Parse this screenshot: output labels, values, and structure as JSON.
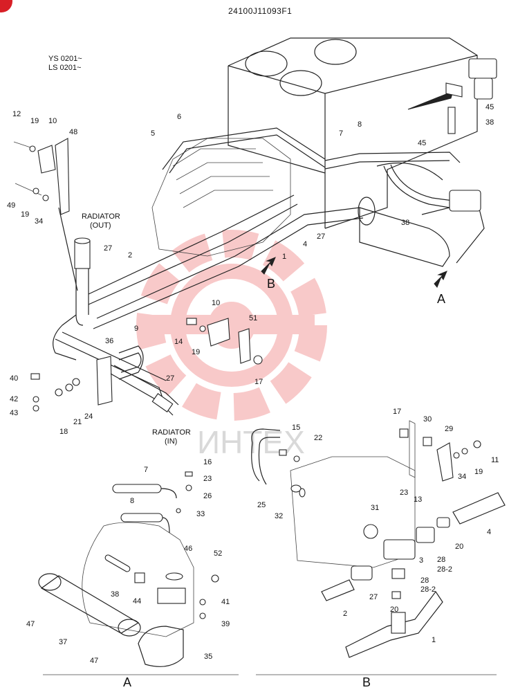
{
  "header": {
    "doc_code": "24100J11093F1"
  },
  "serials": [
    "YS 0201~",
    "LS 0201~"
  ],
  "labels": {
    "radiator_out": [
      "RADIATOR",
      "(OUT)"
    ],
    "radiator_in": [
      "RADIATOR",
      "(IN)"
    ]
  },
  "views": {
    "a": "A",
    "b": "B"
  },
  "callouts": {
    "c1": "1",
    "c2": "2",
    "c3": "3",
    "c4": "4",
    "c5": "5",
    "c6": "6",
    "c7": "7",
    "c8": "8",
    "c9": "9",
    "c10": "10",
    "c11": "11",
    "c12": "12",
    "c13": "13",
    "c14": "14",
    "c15": "15",
    "c16": "16",
    "c17": "17",
    "c18": "18",
    "c19": "19",
    "c20": "20",
    "c21": "21",
    "c22": "22",
    "c23": "23",
    "c24": "24",
    "c25": "25",
    "c26": "26",
    "c27": "27",
    "c28": "28",
    "c28_2": "28-2",
    "c29": "29",
    "c30": "30",
    "c31": "31",
    "c32": "32",
    "c33": "33",
    "c34": "34",
    "c35": "35",
    "c36": "36",
    "c37": "37",
    "c38": "38",
    "c39": "39",
    "c40": "40",
    "c41": "41",
    "c42": "42",
    "c43": "43",
    "c44": "44",
    "c45": "45",
    "c46": "46",
    "c47": "47",
    "c48": "48",
    "c49": "49",
    "c51": "51",
    "c52": "52"
  },
  "watermark": {
    "text": "ИНТЕХ",
    "color": "#f08a8a"
  },
  "colors": {
    "ink": "#222222",
    "corner_badge": "#d81f26"
  }
}
